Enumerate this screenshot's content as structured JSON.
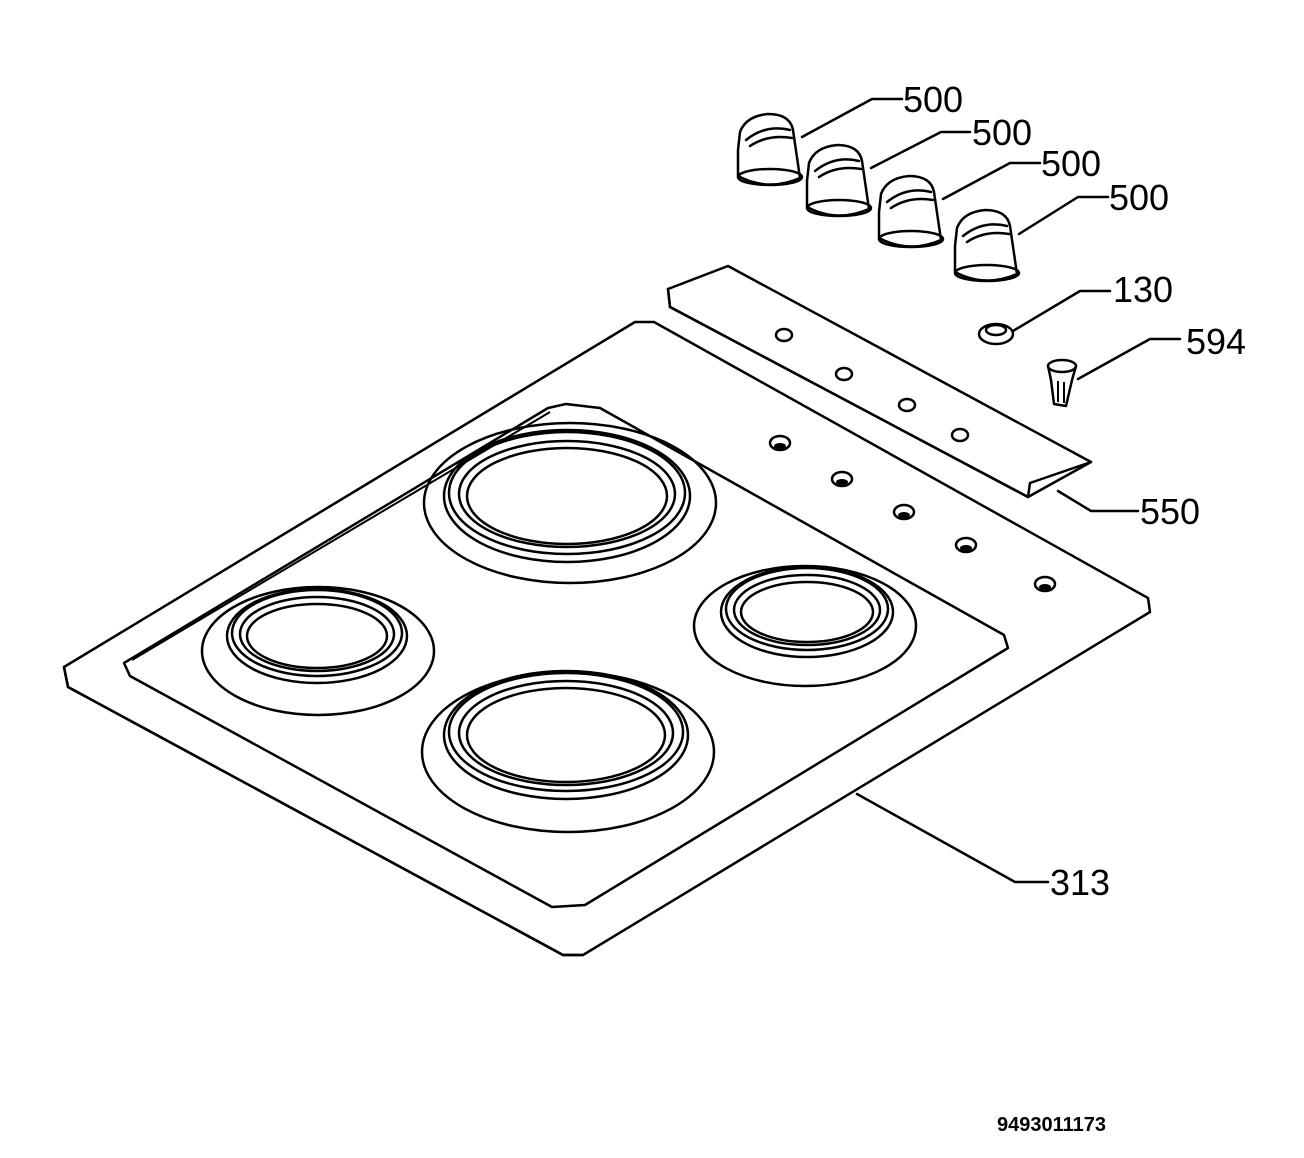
{
  "diagram": {
    "type": "exploded parts view",
    "parts": [
      {
        "id": "knob-1",
        "label": "500",
        "shape": "control-knob"
      },
      {
        "id": "knob-2",
        "label": "500",
        "shape": "control-knob"
      },
      {
        "id": "knob-3",
        "label": "500",
        "shape": "control-knob"
      },
      {
        "id": "knob-4",
        "label": "500",
        "shape": "control-knob"
      },
      {
        "id": "pilot-lamp",
        "label": "130",
        "shape": "small-round-cap"
      },
      {
        "id": "spring-clip",
        "label": "594",
        "shape": "clip"
      },
      {
        "id": "control-panel-strip",
        "label": "550",
        "shape": "strip"
      },
      {
        "id": "hob-top",
        "label": "313",
        "shape": "cooktop-plate-4-burners"
      }
    ],
    "document_number": "9493011173",
    "colors": {
      "line": "#000000",
      "background": "#ffffff"
    }
  }
}
